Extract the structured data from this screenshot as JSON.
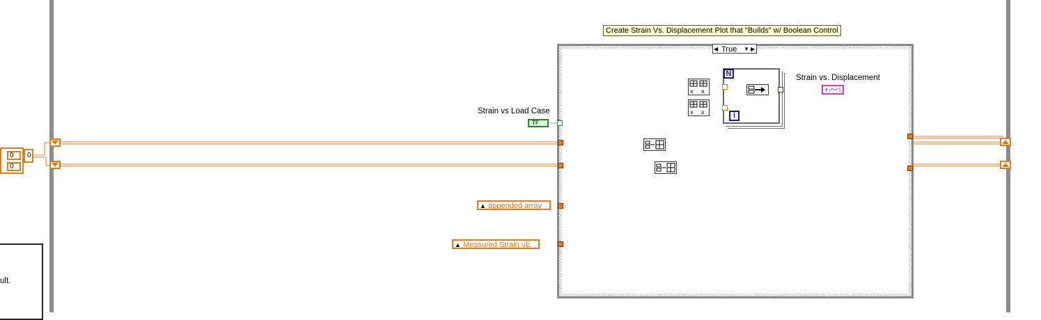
{
  "block_diagram": {
    "case_structure": {
      "tooltip": "Create Strain Vs. Displacement Plot that \"Builds\" w/ Boolean Control",
      "selector_value": "True",
      "selector_left_arrow": "◀",
      "selector_right_arrow": "▶",
      "selector_dropdown": "▼"
    },
    "controls": {
      "boolean_label": "Strain vs Load Case",
      "boolean_text": "TF",
      "appended_array_label": "appended array",
      "measured_strain_label": "Measured Strain uE"
    },
    "indicator": {
      "label": "Strain vs. Displacement"
    },
    "for_loop": {
      "count_terminal": "N",
      "iteration_terminal": "i"
    },
    "constants": {
      "array_value_1": "0",
      "array_value_2": "0",
      "array_index": "0"
    },
    "panel_fragment_text": "ult."
  },
  "colors": {
    "numeric_wire": "#e07c1a",
    "waveform_wire": "#d23cd2",
    "boolean_wire": "#2a8a2a",
    "loop_frame": "#8c8c8c"
  }
}
